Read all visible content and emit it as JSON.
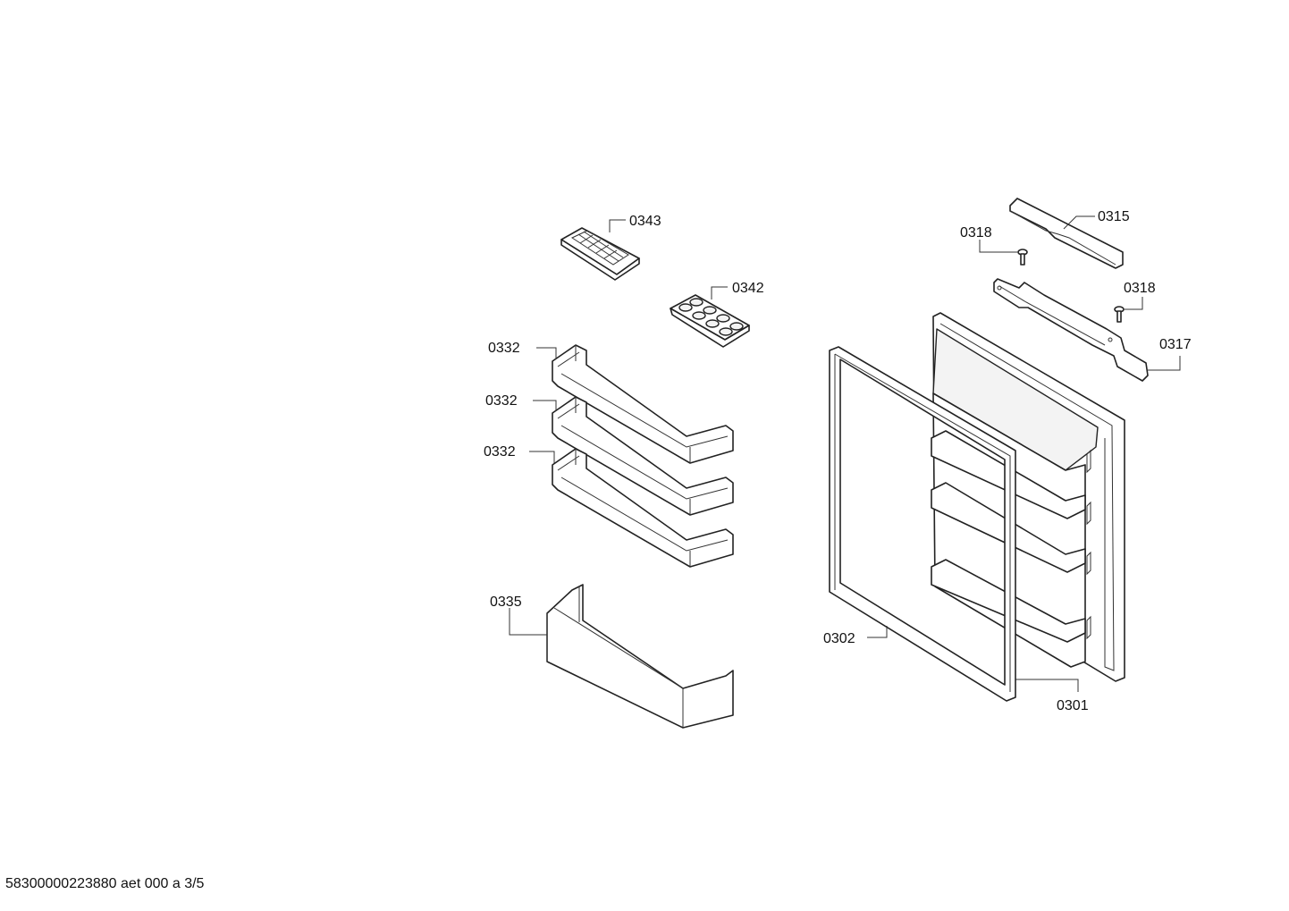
{
  "labels": {
    "p0343": "0343",
    "p0342": "0342",
    "p0332a": "0332",
    "p0332b": "0332",
    "p0332c": "0332",
    "p0335": "0335",
    "p0318a": "0318",
    "p0315": "0315",
    "p0318b": "0318",
    "p0317": "0317",
    "p0302": "0302",
    "p0301": "0301"
  },
  "footer": "58300000223880 aet 000 a 3/5",
  "colors": {
    "stroke": "#222222",
    "background": "#ffffff"
  }
}
